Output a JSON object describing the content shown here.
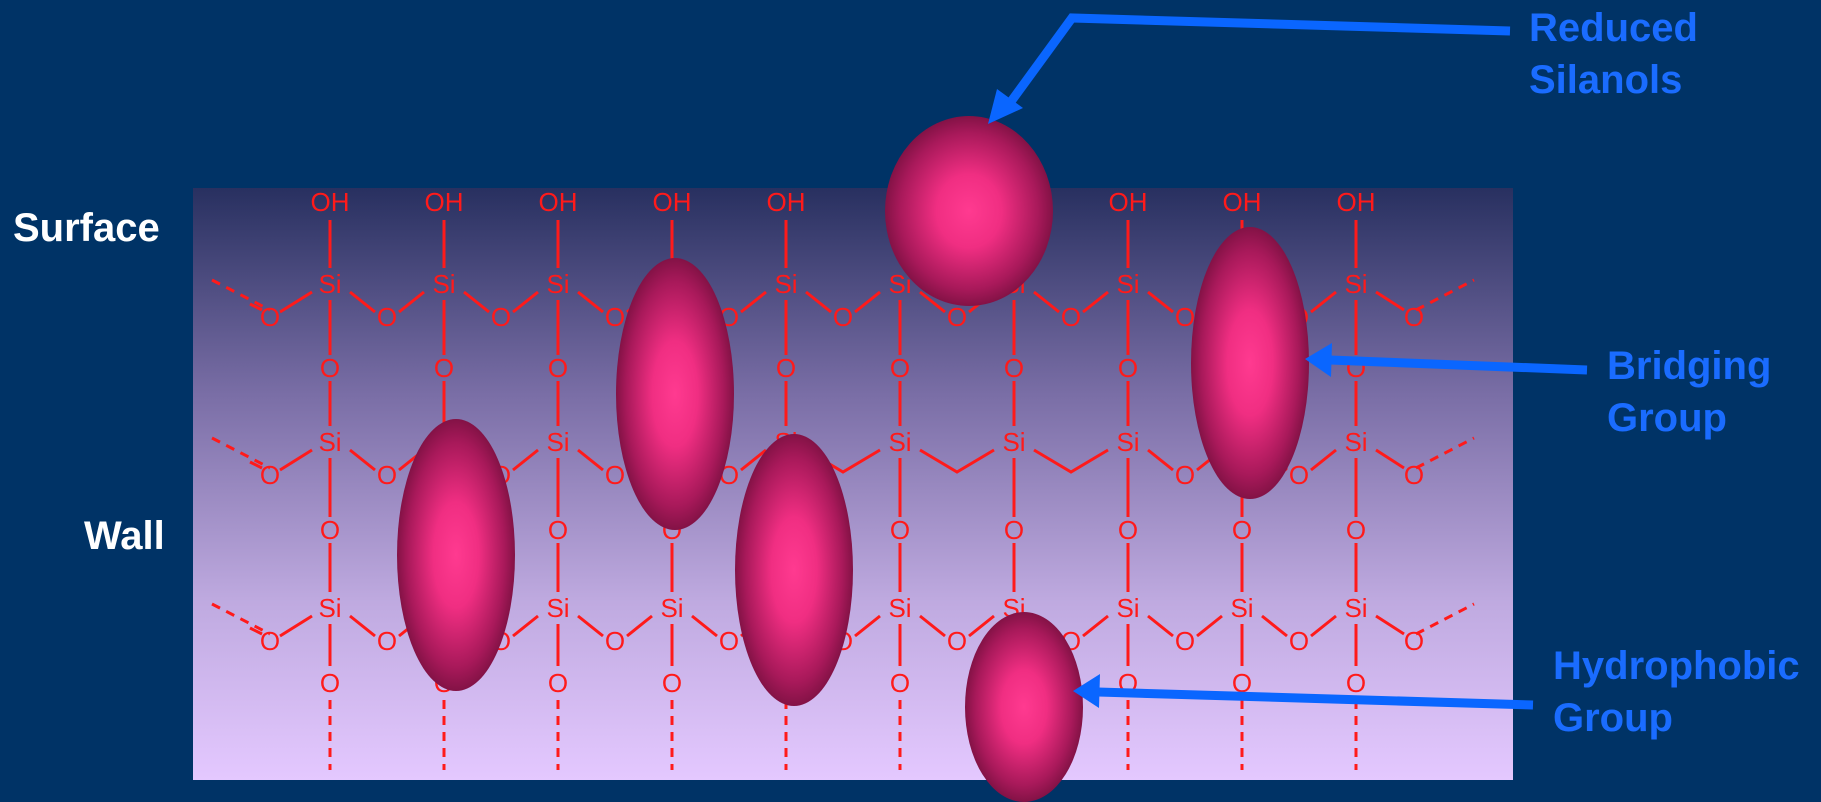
{
  "labels": {
    "surface": "Surface",
    "wall": "Wall"
  },
  "callouts": {
    "reduced_silanols": [
      "Reduced",
      "Silanols"
    ],
    "bridging_group": [
      "Bridging",
      "Group"
    ],
    "hydrophobic_group": [
      "Hydrophobic",
      "Group"
    ]
  },
  "atoms": {
    "si": "Si",
    "o": "O",
    "oh": "OH"
  },
  "colors": {
    "background": "#003366",
    "structure": "#ff1a1a",
    "callout_text": "#1a6cff",
    "arrow": "#0a66ff",
    "gradient_top": "#2a3466",
    "gradient_bottom": "#e4c8ff",
    "blob_center": "#ff3a90",
    "blob_edge": "#7a1040"
  },
  "icons": {
    "blob": "hydrophobic-blob-icon",
    "arrow": "callout-arrow-icon"
  }
}
